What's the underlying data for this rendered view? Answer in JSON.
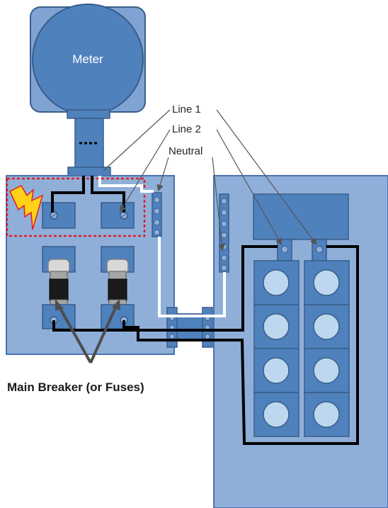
{
  "labels": {
    "meter": "Meter",
    "line1": "Line 1",
    "line2": "Line 2",
    "neutral": "Neutral",
    "main_breaker": "Main Breaker (or Fuses)"
  },
  "colors": {
    "panel_fill": "#8FAFD9",
    "panel_stroke": "#4A72B0",
    "component_fill": "#4F81BD",
    "component_stroke": "#385D8A",
    "meter_fill": "#4F81BD",
    "wire_hot": "#000000",
    "wire_neutral": "#FFFFFF",
    "warning_box": "#E31B23",
    "lightning": "#FFD21A",
    "pointer": "#555555"
  },
  "icons": {
    "hazard": "lightning-bolt-icon"
  }
}
